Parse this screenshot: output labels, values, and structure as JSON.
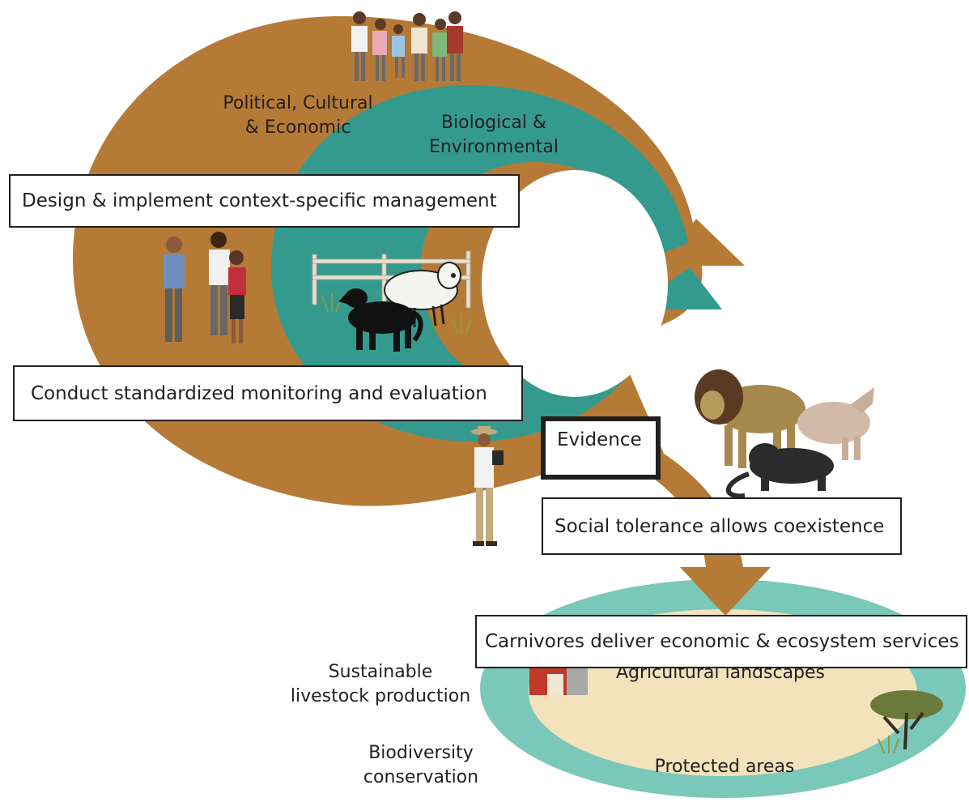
{
  "labels": {
    "political": "Political, Cultural\n& Economic",
    "biological": "Biological &\nEnvironmental",
    "sustainable": "Sustainable\nlivestock production",
    "biodiversity": "Biodiversity\nconservation",
    "agricultural": "Agricultural landscapes",
    "protected": "Protected areas"
  },
  "boxes": {
    "design": "Design & implement context-specific management",
    "monitoring": "Conduct standardized monitoring and evaluation",
    "evidence": "Evidence",
    "tolerance": "Social tolerance allows coexistence",
    "carnivores": "Carnivores deliver economic & ecosystem services"
  },
  "icons": [
    "people-group-icon",
    "handshake-people-icon",
    "fence-icon",
    "sheep-icon",
    "guard-dog-icon",
    "researcher-icon",
    "lion-icon",
    "wolf-icon",
    "panther-icon",
    "barn-icon",
    "acacia-tree-icon"
  ],
  "colors": {
    "outer_ring": "#b57a36",
    "inner_ring": "#349a8e",
    "landscape_outer": "#79c8b9",
    "landscape_inner": "#f2e3bc"
  }
}
